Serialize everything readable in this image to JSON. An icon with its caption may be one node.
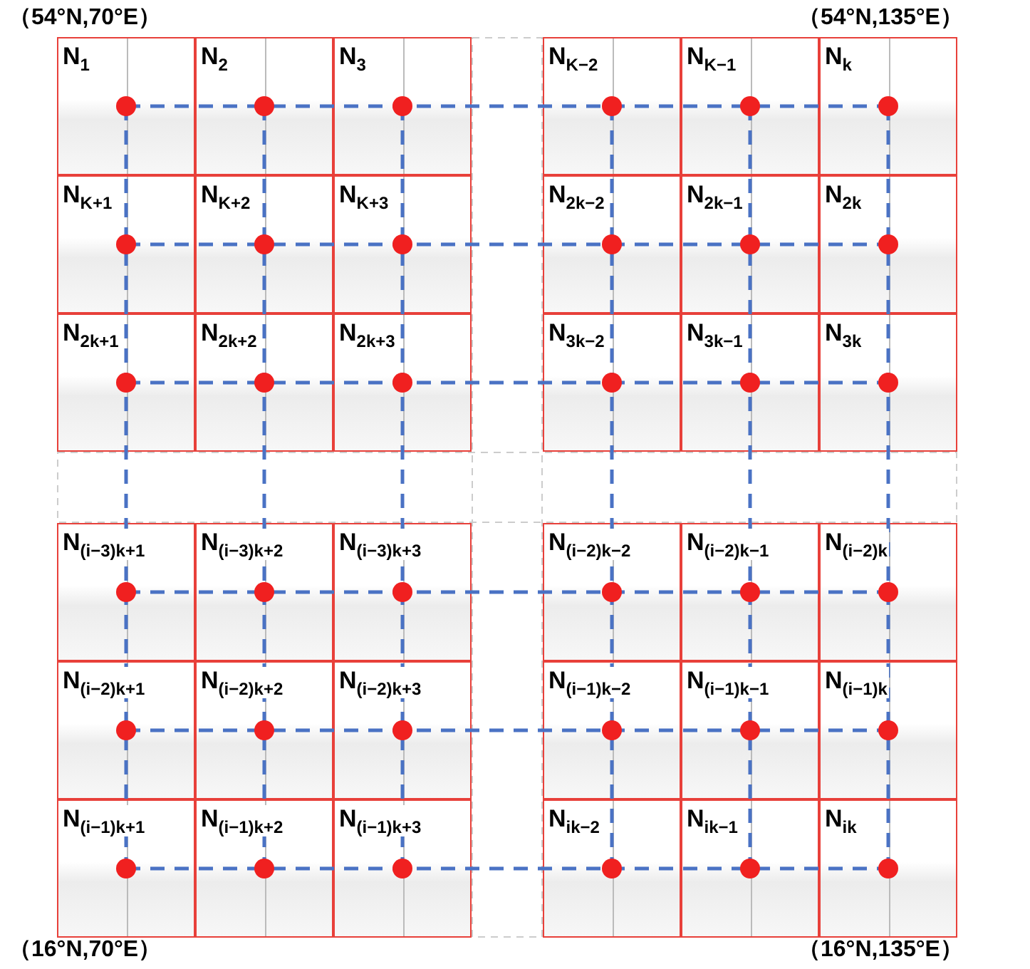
{
  "diagram": {
    "nodes": [
      {
        "text": [
          "N$_{1}$"
        ]
      },
      {
        "text": [
          "N$_{2}$"
        ]
      },
      {
        "text": [
          "N$_{3}$"
        ]
      },
      {
        "text": [
          "N$_{K−2}$"
        ]
      },
      {
        "text": [
          "N$_{K−1}$"
        ]
      },
      {
        "text": [
          "N$_{k}$"
        ]
      },
      {
        "text": [
          "N$_{K+1}$"
        ]
      },
      {
        "text": [
          "N$_{K+2}$"
        ]
      },
      {
        "text": [
          "N$_{K+3}$"
        ]
      },
      {
        "text": [
          "N$_{2k−2}$"
        ]
      },
      {
        "text": [
          "N$_{2k−1}$"
        ]
      },
      {
        "text": [
          "N$_{2k}$"
        ]
      },
      {
        "text": [
          "N$_{2k+1}$"
        ]
      },
      {
        "text": [
          "N$_{2k+2}$"
        ]
      },
      {
        "text": [
          "N$_{2k+3}$"
        ]
      },
      {
        "text": [
          "N$_{3k−2}$"
        ]
      },
      {
        "text": [
          "N$_{3k−1}$"
        ]
      },
      {
        "text": [
          "N$_{3k}$"
        ]
      },
      {
        "text": [
          "N$_{(i−3)k+1}$"
        ]
      },
      {
        "text": [
          "N$_{(i−3)k+2}$"
        ]
      },
      {
        "text": [
          "N$_{(i−3)k+3}$"
        ]
      },
      {
        "text": [
          "N$_{(i−2)k−2}$"
        ]
      },
      {
        "text": [
          "N$_{(i−2)k−1}$"
        ]
      },
      {
        "text": [
          "N$_{(i−2)k}$"
        ]
      },
      {
        "text": [
          "N$_{(i−2)k+1}$"
        ]
      },
      {
        "text": [
          "N$_{(i−2)k+2}$"
        ]
      },
      {
        "text": [
          "N$_{(i−2)k+3}$"
        ]
      },
      {
        "text": [
          "N$_{(i−1)k−2}$"
        ]
      },
      {
        "text": [
          "N$_{(i−1)k−1}$"
        ]
      },
      {
        "text": [
          "N$_{(i−1)k}$"
        ]
      },
      {
        "text": [
          "N$_{(i−1)k+1}$"
        ]
      },
      {
        "text": [
          "N$_{(i−1)k+2}$"
        ]
      },
      {
        "text": [
          "N$_{(i−1)k+3}$"
        ]
      },
      {
        "text": [
          "N$_{ik−2}$"
        ]
      },
      {
        "text": [
          "N$_{ik−1}$"
        ]
      },
      {
        "text": [
          "N$_{ik}$"
        ]
      }
    ],
    "labels": [
      "（54°N,70°E）",
      "（54°N,135°E）",
      "（16°N,70°E）",
      "（16°N,135°E）"
    ]
  }
}
